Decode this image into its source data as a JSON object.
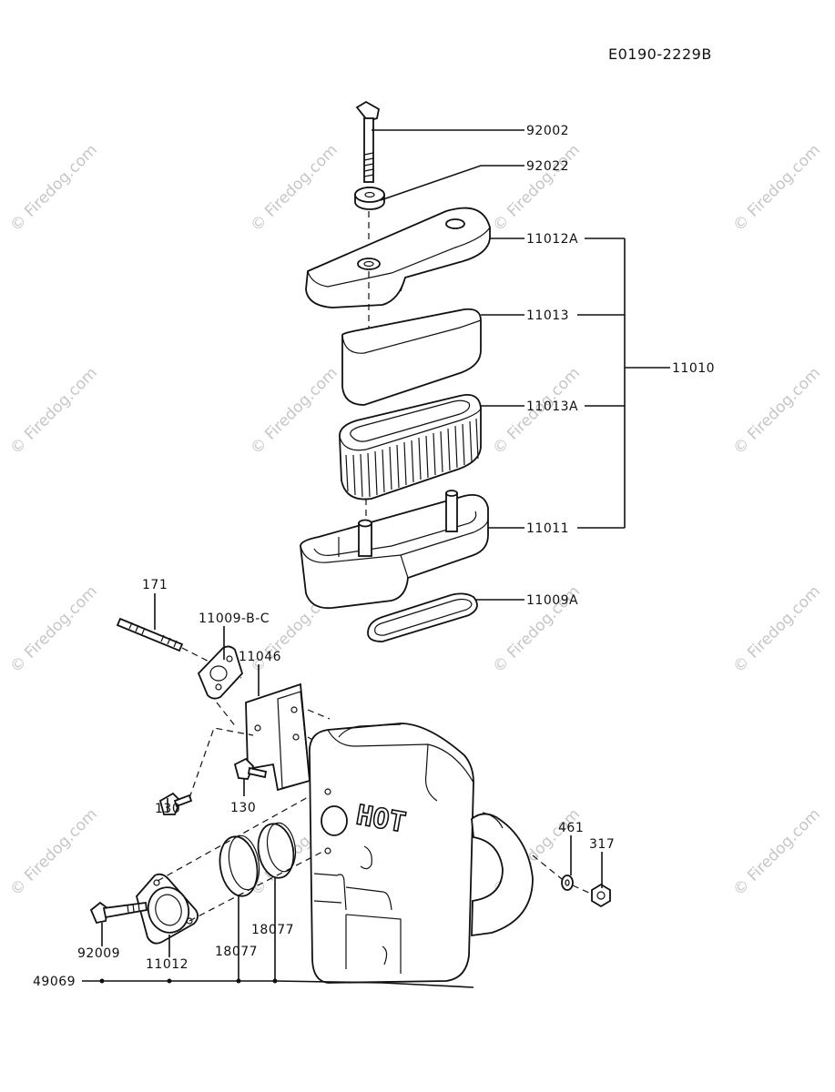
{
  "diagram": {
    "code": "E0190-2229B",
    "watermark": "© Firedog.com",
    "hot_text": "HOT",
    "labels": {
      "l92002": "92002",
      "l92022": "92022",
      "l11012A": "11012A",
      "l11013": "11013",
      "l11010": "11010",
      "l11013A": "11013A",
      "l11011": "11011",
      "l11009A": "11009A",
      "l171": "171",
      "l11009BC": "11009-B-C",
      "l11046": "11046",
      "l130a": "130",
      "l130b": "130",
      "l461": "461",
      "l317": "317",
      "l92009": "92009",
      "l11012": "11012",
      "l18077a": "18077",
      "l18077b": "18077",
      "l49069": "49069"
    }
  }
}
